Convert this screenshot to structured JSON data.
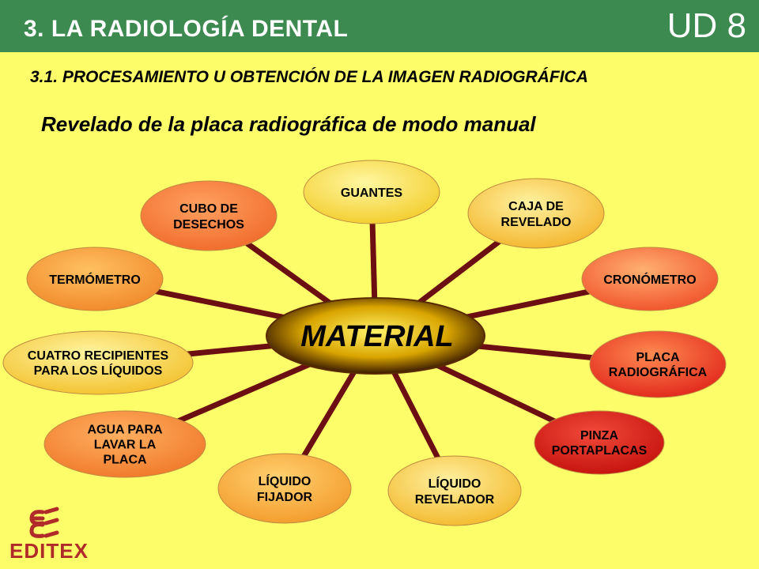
{
  "header": {
    "section_title": "3. LA RADIOLOGÍA DENTAL",
    "unit": "UD 8",
    "bar_color": "#3d8a51"
  },
  "subsection": "3.1. PROCESAMIENTO U OBTENCIÓN DE LA IMAGEN RADIOGRÁFICA",
  "topic": "Revelado de la placa radiográfica de modo manual",
  "diagram": {
    "center": "MATERIAL",
    "spoke_color": "#6b0f12",
    "nodes": [
      {
        "id": "guantes",
        "lines": [
          "GUANTES"
        ],
        "fill_from": "#fff7a0",
        "fill_to": "#f2cc2a"
      },
      {
        "id": "caja-de-revelado",
        "lines": [
          "CAJA DE",
          "REVELADO"
        ],
        "fill_from": "#fff2a0",
        "fill_to": "#f3b42a"
      },
      {
        "id": "cronometro",
        "lines": [
          "CRONÓMETRO"
        ],
        "fill_from": "#ffb070",
        "fill_to": "#f0502a"
      },
      {
        "id": "placa-radiografica",
        "lines": [
          "PLACA",
          "RADIOGRÁFICA"
        ],
        "fill_from": "#ff8a50",
        "fill_to": "#e0241a"
      },
      {
        "id": "pinza-portaplacas",
        "lines": [
          "PINZA",
          "PORTAPLACAS"
        ],
        "fill_from": "#f04a3a",
        "fill_to": "#c4100c"
      },
      {
        "id": "liquido-revelador",
        "lines": [
          "LÍQUIDO",
          "REVELADOR"
        ],
        "fill_from": "#fff0a0",
        "fill_to": "#f2b82a"
      },
      {
        "id": "liquido-fijador",
        "lines": [
          "LÍQUIDO",
          "FIJADOR"
        ],
        "fill_from": "#ffd070",
        "fill_to": "#f39a2a"
      },
      {
        "id": "agua-para-lavar-la-placa",
        "lines": [
          "AGUA PARA",
          "LAVAR LA",
          "PLACA"
        ],
        "fill_from": "#ffb060",
        "fill_to": "#f0782a"
      },
      {
        "id": "cuatro-recipientes",
        "lines": [
          "CUATRO RECIPIENTES",
          "PARA LOS LÍQUIDOS"
        ],
        "fill_from": "#fff4a0",
        "fill_to": "#f2c02a"
      },
      {
        "id": "termometro",
        "lines": [
          "TERMÓMETRO"
        ],
        "fill_from": "#ffc060",
        "fill_to": "#f0882a"
      },
      {
        "id": "cubo-de-desechos",
        "lines": [
          "CUBO DE",
          "DESECHOS"
        ],
        "fill_from": "#ffa060",
        "fill_to": "#f06a2a"
      }
    ]
  },
  "logo": {
    "icon": "editex-logo-icon",
    "text": "EDITEX",
    "color": "#b02a2a"
  }
}
